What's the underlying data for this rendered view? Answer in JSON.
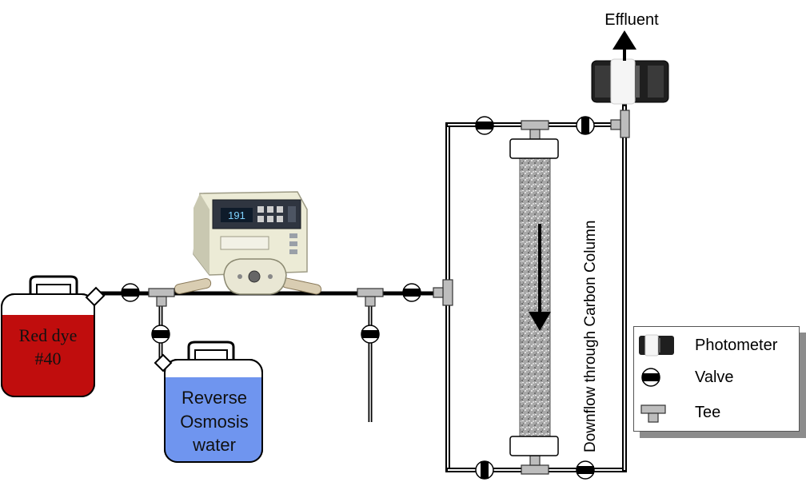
{
  "labels": {
    "effluent": "Effluent",
    "red_dye_line1": "Red dye",
    "red_dye_line2": "#40",
    "ro_line1": "Reverse",
    "ro_line2": "Osmosis",
    "ro_line3": "water",
    "column_label": "Downflow through Carbon Column",
    "pump_display": "191"
  },
  "legend": {
    "items": [
      {
        "label": "Photometer",
        "icon": "photometer-icon"
      },
      {
        "label": "Valve",
        "icon": "valve-icon"
      },
      {
        "label": "Tee",
        "icon": "tee-icon"
      }
    ]
  },
  "colors": {
    "red_dye": "#c00d0d",
    "ro_water": "#6f95ef",
    "pipe": "#000000",
    "tee": "#bdbdbd",
    "column": "#9a9a9a",
    "pump_body": "#ecebd6"
  }
}
